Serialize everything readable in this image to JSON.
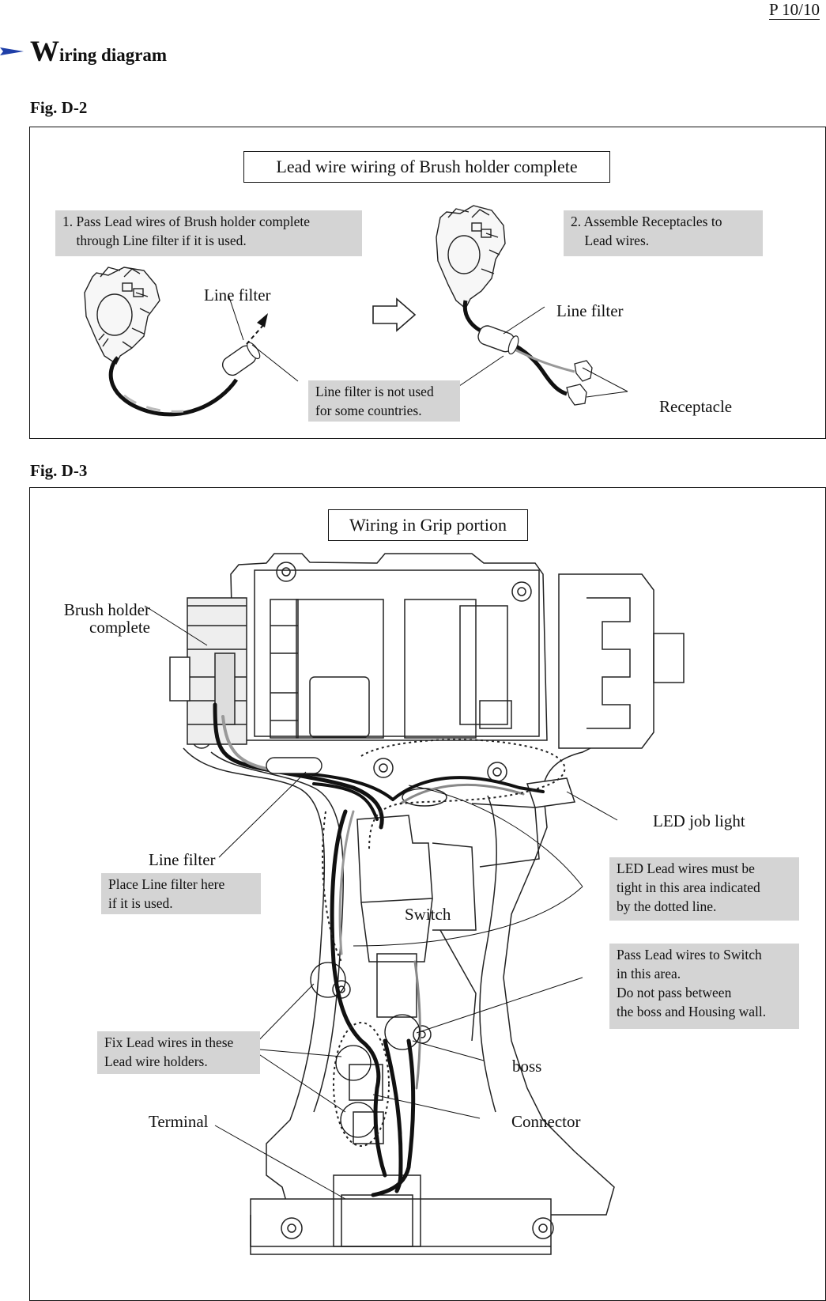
{
  "page_number": "P 10/10",
  "heading": {
    "initial": "W",
    "rest": "iring  diagram"
  },
  "fig_d2": {
    "label": "Fig. D-2",
    "title": "Lead wire wiring of Brush holder complete",
    "step1": "1. Pass Lead wires of Brush holder complete\n    through Line filter if it is used.",
    "step2": "2. Assemble Receptacles to\n    Lead wires.",
    "line_filter_left": "Line filter",
    "line_filter_right": "Line filter",
    "not_used_note": "Line filter is not used\nfor some countries.",
    "receptacle": "Receptacle"
  },
  "fig_d3": {
    "label": "Fig. D-3",
    "title": "Wiring in Grip portion",
    "brush_holder": "Brush holder\n      complete",
    "line_filter": "Line filter",
    "line_filter_note": "Place Line filter here\nif it is used.",
    "led_job_light": "LED job light",
    "led_note": "LED Lead wires must be\ntight in this area indicated\nby the dotted line.",
    "switch": "Switch",
    "pass_note": "Pass Lead wires to Switch\nin this area.\nDo not pass between\nthe boss and Housing wall.",
    "fix_note": "Fix Lead wires in these\nLead wire holders.",
    "boss": "boss",
    "terminal": "Terminal",
    "connector": "Connector"
  },
  "colors": {
    "note_bg": "#d4d4d4",
    "arrow_blue": "#1f3fa8"
  }
}
